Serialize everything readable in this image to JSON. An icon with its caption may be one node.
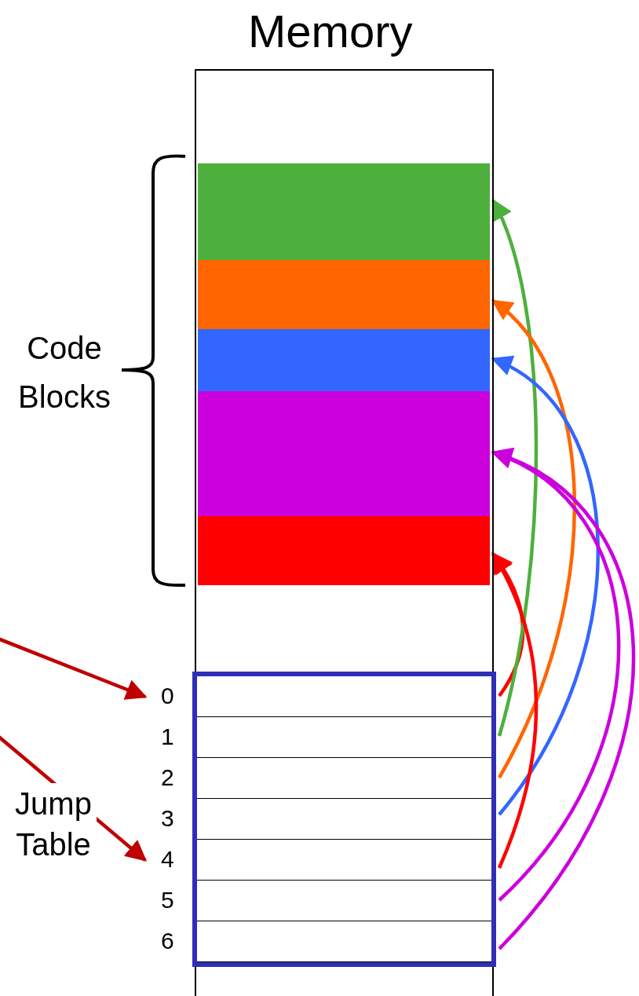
{
  "diagram": {
    "nodes": [
      {
        "text": [
          "Memory"
        ]
      },
      {
        "text": [],
        "shape": "box",
        "in": 0
      },
      {
        "text": [],
        "shape": "box",
        "in": 0
      },
      {
        "text": [],
        "shape": "box",
        "in": 0
      },
      {
        "text": [],
        "shape": "box",
        "in": 0
      },
      {
        "text": [],
        "shape": "box",
        "in": 0
      },
      {
        "text": [],
        "shape": "box",
        "in": 0,
        "beside": [
          "Jump Table"
        ]
      },
      {
        "text": [],
        "shape": "box",
        "in": 6,
        "beside": [
          "0"
        ]
      },
      {
        "text": [],
        "shape": "box",
        "in": 6,
        "beside": [
          "1"
        ]
      },
      {
        "text": [],
        "shape": "box",
        "in": 6,
        "beside": [
          "2"
        ]
      },
      {
        "text": [],
        "shape": "box",
        "in": 6,
        "beside": [
          "3"
        ]
      },
      {
        "text": [],
        "shape": "box",
        "in": 6,
        "beside": [
          "4"
        ]
      },
      {
        "text": [],
        "shape": "box",
        "in": 6,
        "beside": [
          "5"
        ]
      },
      {
        "text": [],
        "shape": "box",
        "in": 6,
        "beside": [
          "6"
        ]
      }
    ],
    "edges": [
      {
        "from": null,
        "to": 7,
        "arrow": "to",
        "color": "#c00000"
      },
      {
        "from": null,
        "to": 11,
        "arrow": "to",
        "color": "#c00000"
      },
      {
        "from": 7,
        "to": 5,
        "arrow": "to",
        "color": "#ff0000"
      },
      {
        "from": 8,
        "to": 1,
        "arrow": "to",
        "color": "#4eb03c"
      },
      {
        "from": 9,
        "to": 2,
        "arrow": "to",
        "color": "#ff6600"
      },
      {
        "from": 10,
        "to": 3,
        "arrow": "to",
        "color": "#3366ff"
      },
      {
        "from": 11,
        "to": 5,
        "arrow": "to",
        "color": "#ff0000"
      },
      {
        "from": 12,
        "to": 4,
        "arrow": "to",
        "color": "#cc00dd"
      },
      {
        "from": 13,
        "to": 4,
        "arrow": "to",
        "color": "#cc00dd"
      }
    ],
    "labels": [
      "Code Blocks"
    ]
  }
}
